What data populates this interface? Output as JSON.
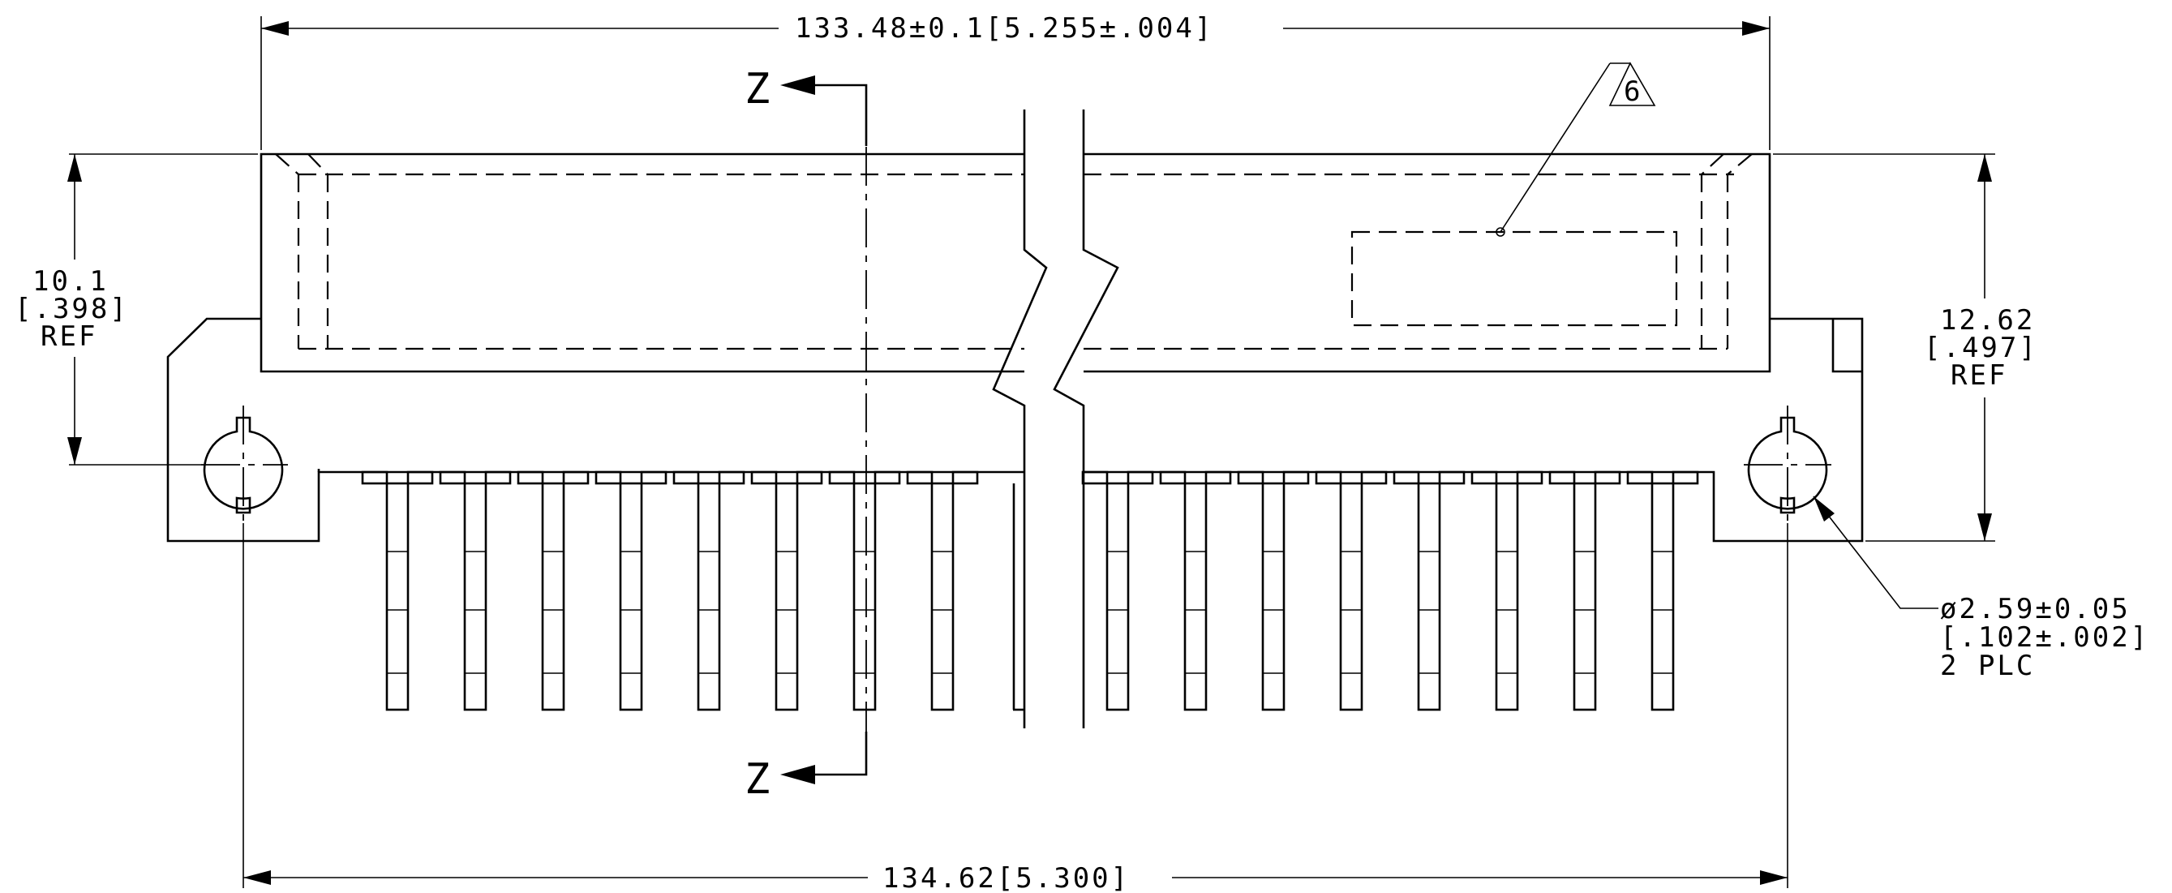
{
  "drawing": {
    "overall_length": "133.48±0.1[5.255±.004]",
    "hole_spacing": "134.62[5.300]",
    "left_height": {
      "line1": "10.1",
      "line2": "[.398]",
      "line3": "REF"
    },
    "right_height": {
      "line1": "12.62",
      "line2": "[.497]",
      "line3": "REF"
    },
    "hole_callout": {
      "line1": "ø2.59±0.05",
      "line2": "[.102±.002]",
      "line3": "2 PLC"
    },
    "section_label": "Z",
    "note_flag": "6"
  }
}
